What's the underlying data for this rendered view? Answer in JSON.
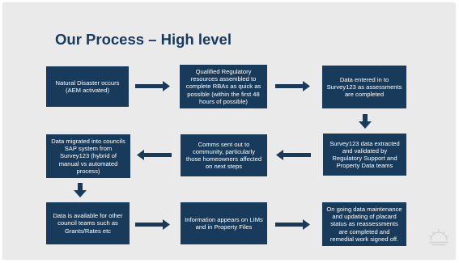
{
  "title": "Our Process – High level",
  "colors": {
    "box": "#183b5b",
    "title": "#173a5e",
    "background": "#eaeaea",
    "logo": "#d2d2d2"
  },
  "logo_icon": "sunrise-logo-icon",
  "steps": [
    {
      "text": "Natural Disaster occurs (AEM activated)"
    },
    {
      "text": "Qualified Regulatory resources assembled to complete RBAs as quick as possible (within the first 48 hours of possible)"
    },
    {
      "text": "Data entered in to Survey123 as assessments are completed"
    },
    {
      "text": "Survey123 data extracted and validated by Regulatory Support and Property Data teams"
    },
    {
      "text": "Comms sent out to community, particularly those homeowners affected on next steps"
    },
    {
      "text": "Data migrated into councils SAP system from Survey123 (hybrid of manual vs automated process)"
    },
    {
      "text": "Data is available for other council teams such as Grants/Rates etc"
    },
    {
      "text": "Information appears on LIMs and in Property Files"
    },
    {
      "text": "On going data maintenance and updating of placard status as reassessments are completed and remedial work signed off."
    }
  ]
}
